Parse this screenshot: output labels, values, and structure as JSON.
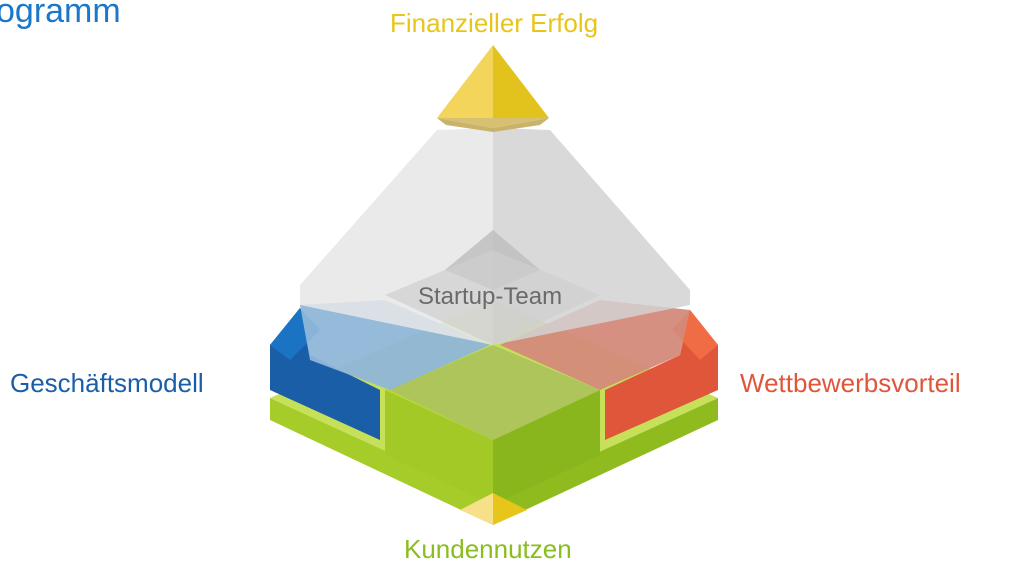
{
  "title": "ogramm",
  "labels": {
    "top": "Finanzieller Erfolg",
    "left": "Geschäftsmodell",
    "right": "Wettbewerbsvorteil",
    "bottom": "Kundennutzen",
    "center": "Startup-Team"
  },
  "colors": {
    "title": "#1a77c9",
    "top": "#e8c51a",
    "left": "#1b5ea8",
    "right": "#e0563a",
    "bottom": "#8bbd1f",
    "center": "#6a6a6a"
  }
}
